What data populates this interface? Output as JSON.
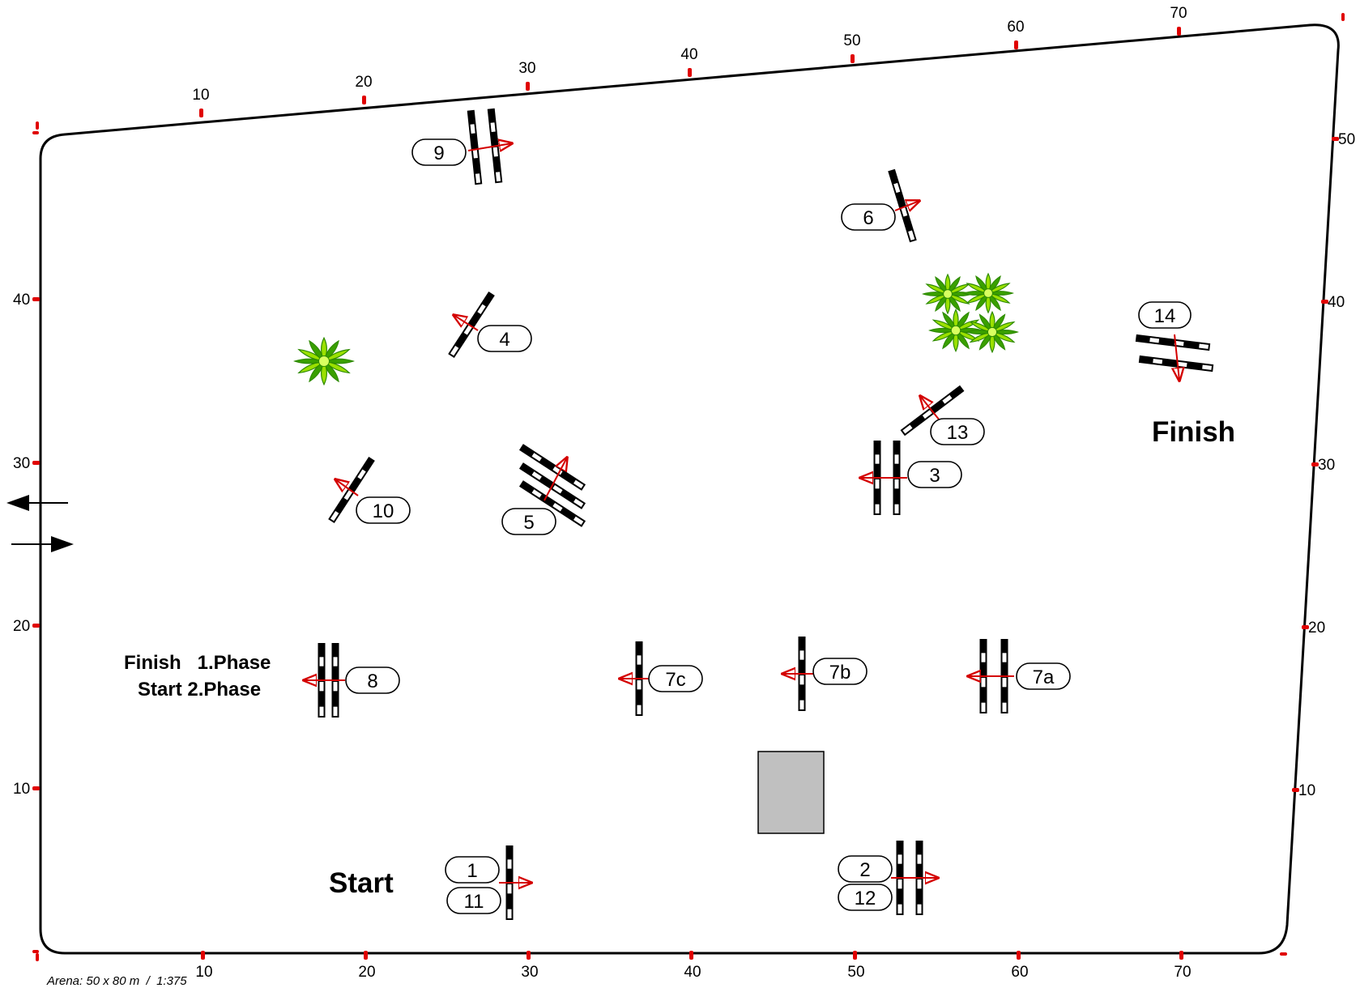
{
  "arena": {
    "caption": "Arena: 50 x 80 m  /  1:375",
    "start_label": "Start",
    "finish_label": "Finish",
    "phase_line_1": "Finish   1.Phase",
    "phase_line_2": "Start 2.Phase"
  },
  "scale": {
    "top_ticks": [
      "10",
      "20",
      "30",
      "40",
      "50",
      "60",
      "70"
    ],
    "bottom_ticks": [
      "10",
      "20",
      "30",
      "40",
      "50",
      "60",
      "70"
    ],
    "left_ticks": [
      "10",
      "20",
      "30",
      "40"
    ],
    "right_ticks": [
      "10",
      "20",
      "30",
      "40",
      "50"
    ]
  },
  "obstacles": [
    {
      "id": "9",
      "label": "9"
    },
    {
      "id": "6",
      "label": "6"
    },
    {
      "id": "4",
      "label": "4"
    },
    {
      "id": "14",
      "label": "14"
    },
    {
      "id": "13",
      "label": "13"
    },
    {
      "id": "3",
      "label": "3"
    },
    {
      "id": "10",
      "label": "10"
    },
    {
      "id": "5",
      "label": "5"
    },
    {
      "id": "8",
      "label": "8"
    },
    {
      "id": "7c",
      "label": "7c"
    },
    {
      "id": "7b",
      "label": "7b"
    },
    {
      "id": "7a",
      "label": "7a"
    },
    {
      "id": "1",
      "label": "1"
    },
    {
      "id": "11",
      "label": "11"
    },
    {
      "id": "2",
      "label": "2"
    },
    {
      "id": "12",
      "label": "12"
    }
  ],
  "colors": {
    "arrow": "#d40000",
    "marker": "#e00000",
    "block": "#c0c0c0",
    "plant_dark": "#2e8b00",
    "plant_light": "#9be000"
  }
}
